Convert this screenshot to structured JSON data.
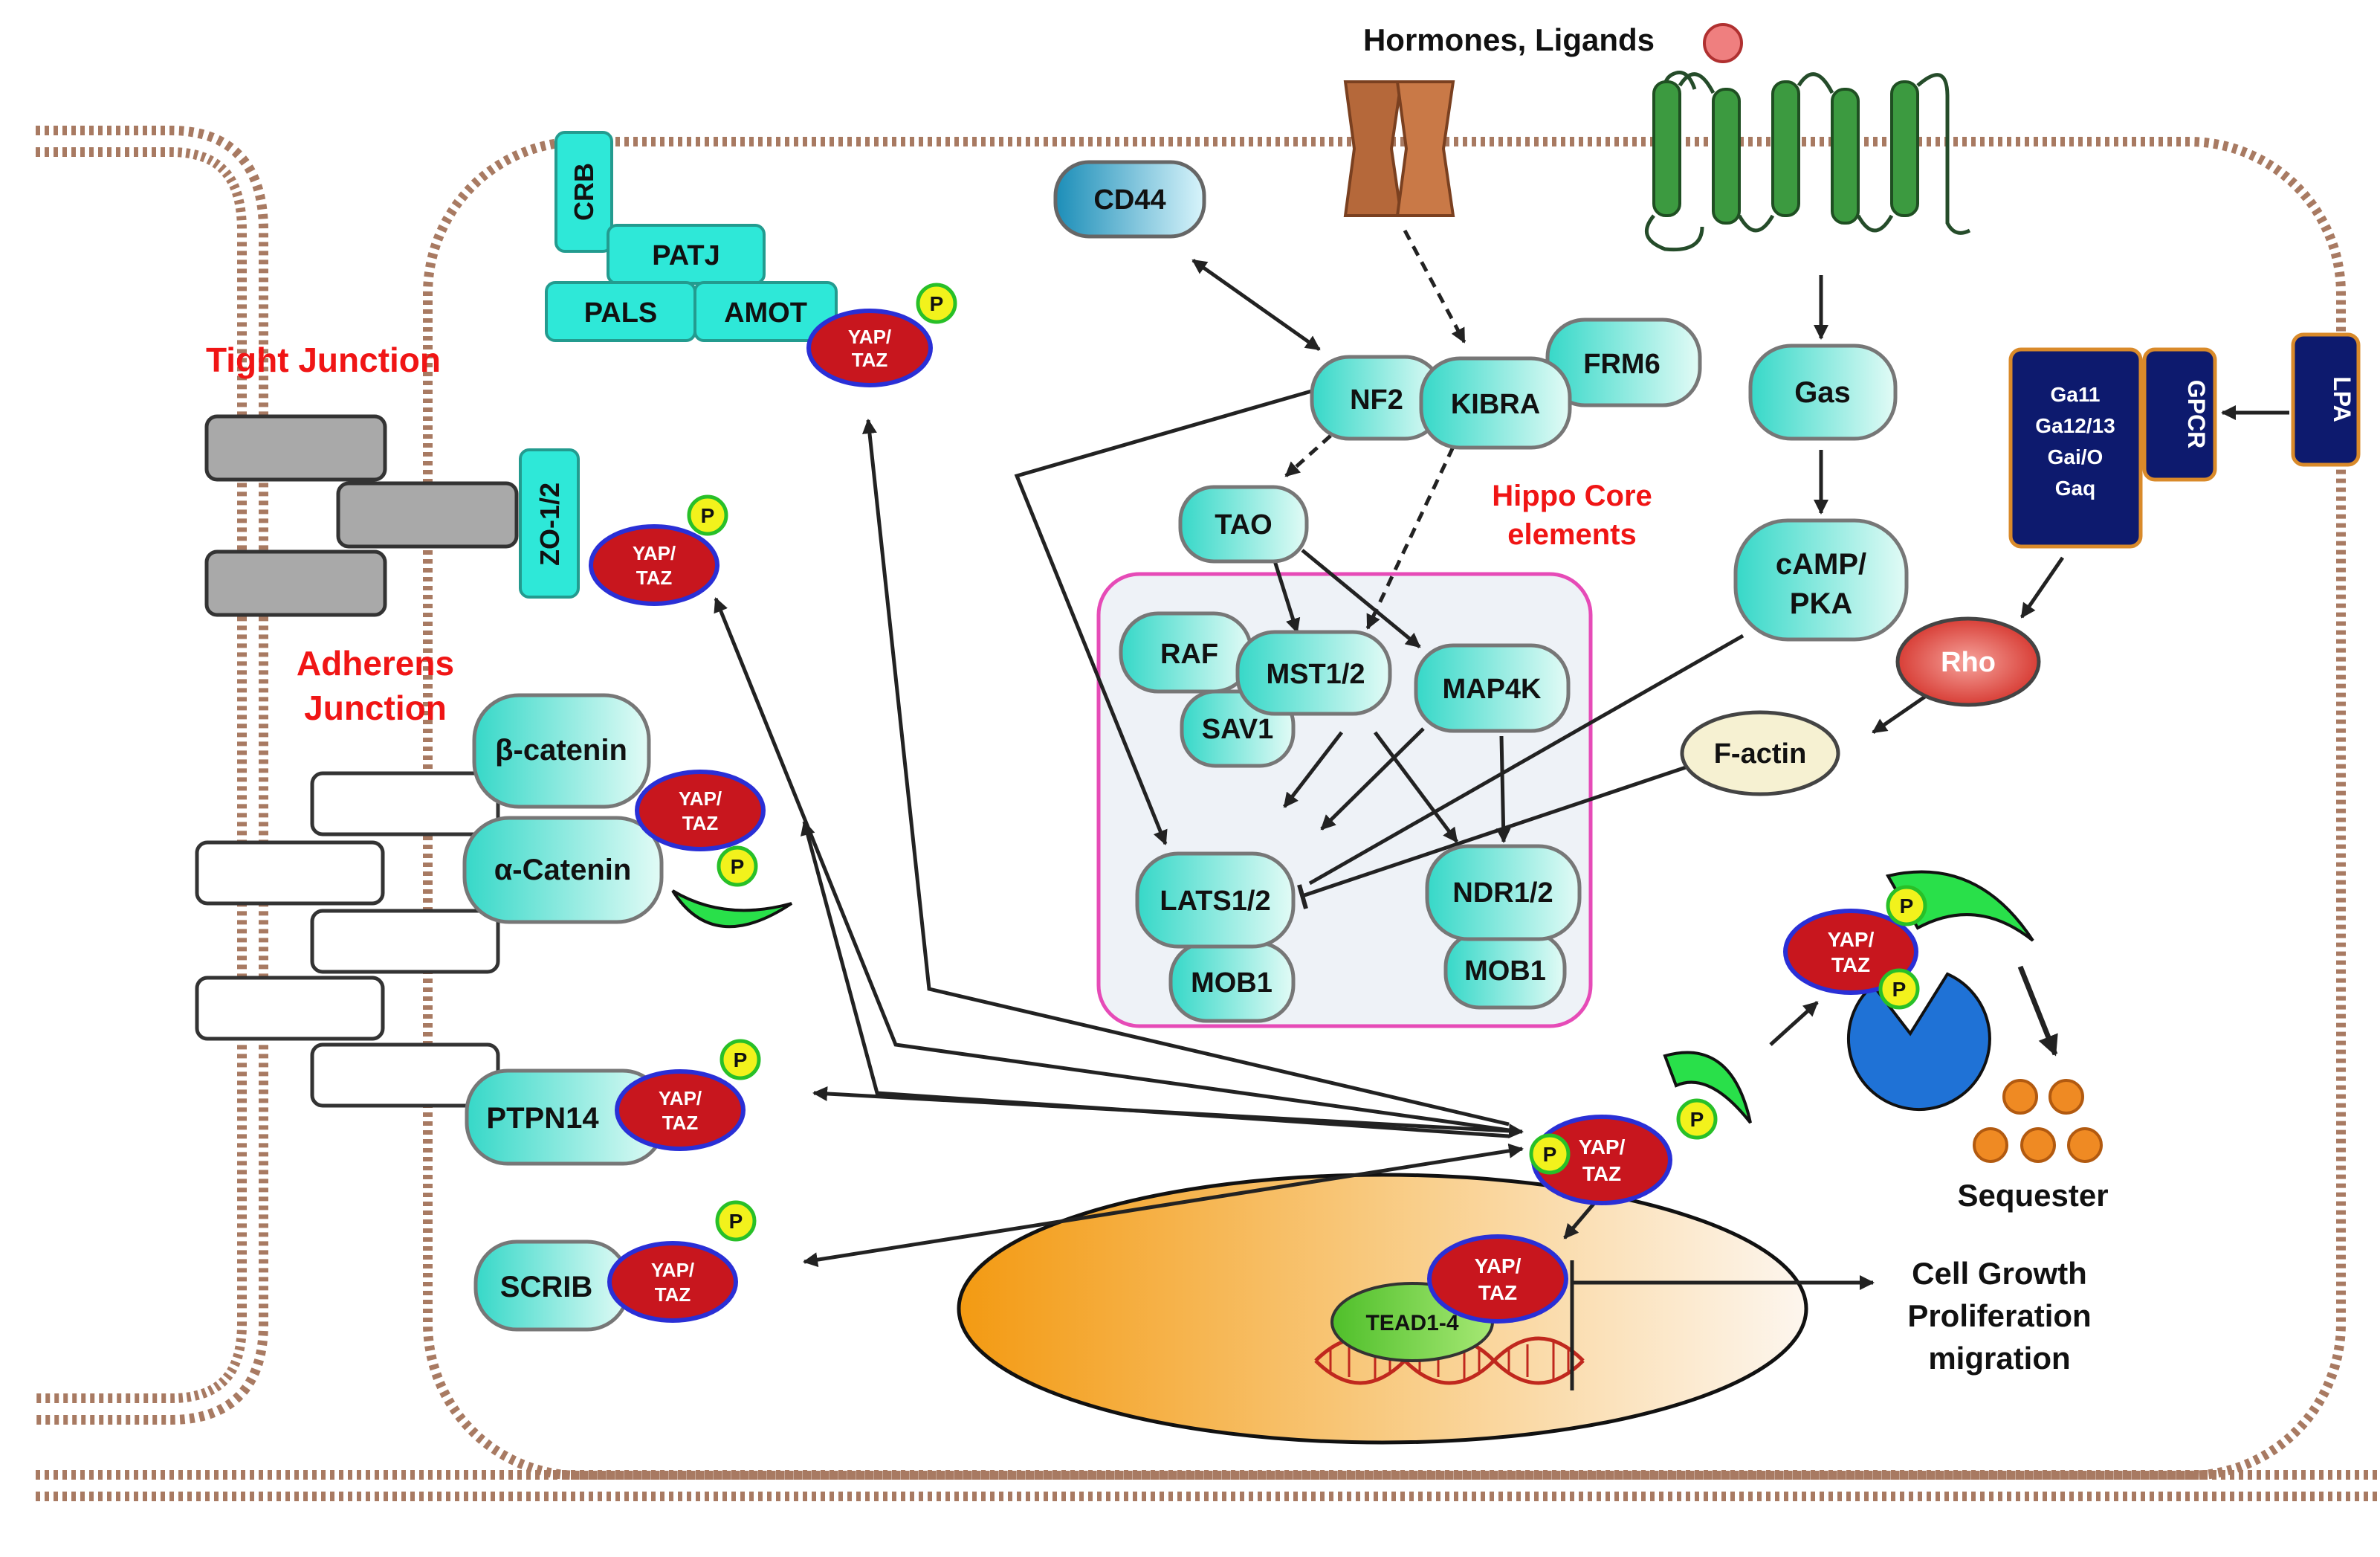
{
  "title": "Hormones, Ligands",
  "annotations": {
    "tight_junction": "Tight Junction",
    "adherens_line1": "Adherens",
    "adherens_line2": "Junction",
    "hippo_line1": "Hippo Core",
    "hippo_line2": "elements",
    "outcome_line1": "Cell Growth",
    "outcome_line2": "Proliferation",
    "outcome_line3": "migration",
    "sequester": "Sequester"
  },
  "proteins": {
    "crb": "CRB",
    "patj": "PATJ",
    "pals": "PALS",
    "amot": "AMOT",
    "zo": "ZO-1/2",
    "beta_catenin": "β-catenin",
    "alpha_catenin": "α-Catenin",
    "ptpn14": "PTPN14",
    "scrib": "SCRIB",
    "cd44": "CD44",
    "nf2": "NF2",
    "kibra": "KIBRA",
    "frm6": "FRM6",
    "tao": "TAO",
    "raf": "RAF",
    "mst": "MST1/2",
    "sav1": "SAV1",
    "map4k": "MAP4K",
    "lats": "LATS1/2",
    "mob1": "MOB1",
    "ndr": "NDR1/2",
    "mob1_b": "MOB1",
    "gas": "Gas",
    "camp_line1": "cAMP/",
    "camp_line2": "PKA",
    "gpcr": "GPCR",
    "lpa": "LPA",
    "g_line1": "Ga11",
    "g_line2": "Ga12/13",
    "g_line3": "Gai/O",
    "g_line4": "Gaq",
    "rho": "Rho",
    "factin": "F-actin",
    "tead": "TEAD1-4"
  },
  "yap": {
    "line1": "YAP/",
    "line2": "TAZ",
    "phospho": "P"
  },
  "colors": {
    "membrane": "#a87a62",
    "teal_light": "#c8f7ee",
    "teal_dark": "#33d6c6",
    "teal_square": "#2ee8d8",
    "yap_red": "#c8161e",
    "yap_border": "#2a2fd6",
    "phospho_yellow": "#f2f21c",
    "nucleus_orange": "#f4a11c",
    "hippo_border": "#e64bb7",
    "label_red": "#f01515",
    "navy": "#0d1a6e",
    "receptor_green": "#3c9a40",
    "channel_brown": "#b5683a",
    "green_crescent": "#29e04a",
    "blue_pacman": "#1f72d6",
    "orange_dot": "#ef8a23",
    "rho_red": "#e0302a",
    "factin_cream": "#f6f1d2"
  }
}
